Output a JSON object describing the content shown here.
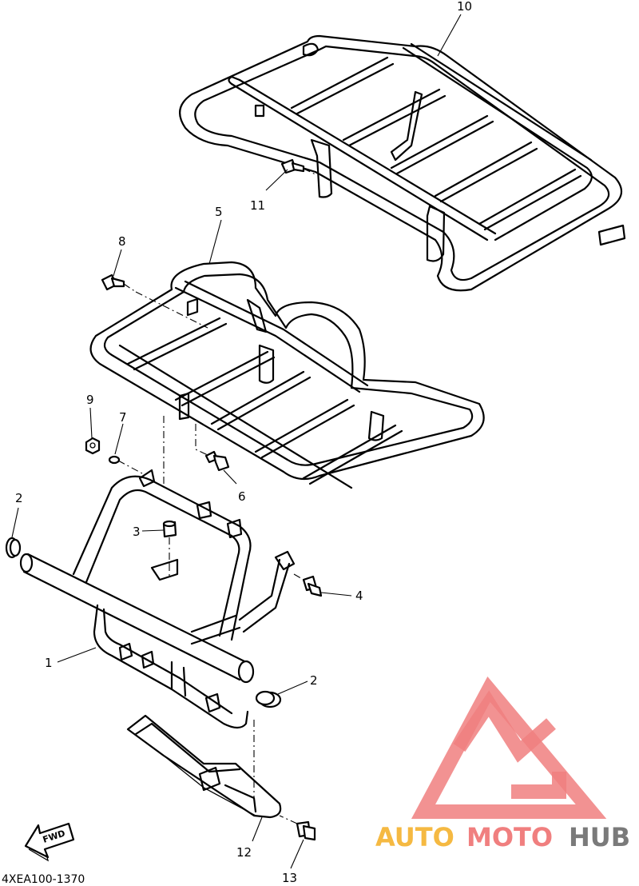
{
  "callouts": {
    "c1": "1",
    "c2a": "2",
    "c2b": "2",
    "c3": "3",
    "c4": "4",
    "c5": "5",
    "c6": "6",
    "c7": "7",
    "c8": "8",
    "c9": "9",
    "c10": "10",
    "c11": "11",
    "c12": "12",
    "c13": "13"
  },
  "diagram_code": "4XEA100-1370",
  "fwd_label": "FWD",
  "watermark": {
    "word_auto": "AUTO",
    "word_moto": "MOTO",
    "word_hub": "HUB",
    "color_auto": "#f5b942",
    "color_moto": "#f07f7f",
    "color_hub": "#7a7a7a"
  }
}
